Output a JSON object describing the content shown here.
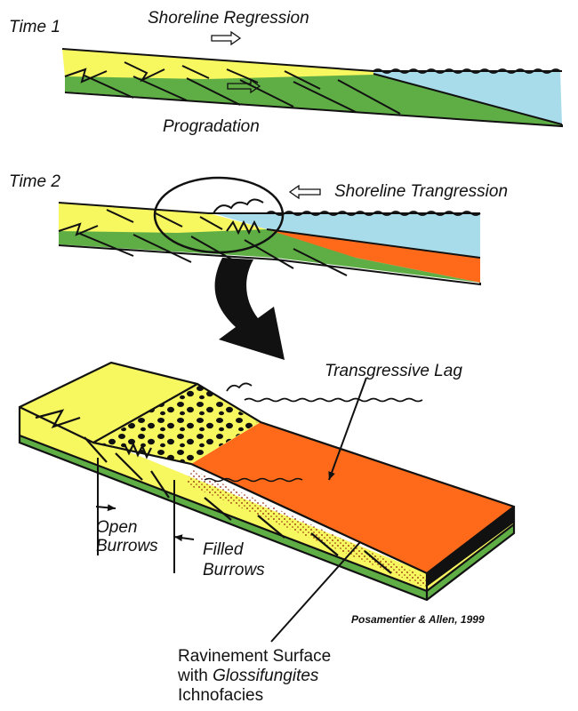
{
  "time1": {
    "label": "Time 1",
    "regression": "Shoreline Regression",
    "progradation": "Progradation"
  },
  "time2": {
    "label": "Time 2",
    "transgression": "Shoreline Trangression"
  },
  "block": {
    "lag": "Transgressive Lag",
    "open_burrows": [
      "Open",
      "Burrows"
    ],
    "filled_burrows": [
      "Filled",
      "Burrows"
    ],
    "ravinement": {
      "line1": "Ravinement Surface",
      "line2_prefix": "with ",
      "line2_italic": "Glossifungites",
      "line3": "Ichnofacies"
    }
  },
  "credit": "Posamentier & Allen, 1999",
  "colors": {
    "sand": "#f7f760",
    "shelf": "#5fae45",
    "water": "#a8dcea",
    "lag": "#ff6a1a",
    "lag_dots": "#8a1a00",
    "ink": "#111111"
  }
}
